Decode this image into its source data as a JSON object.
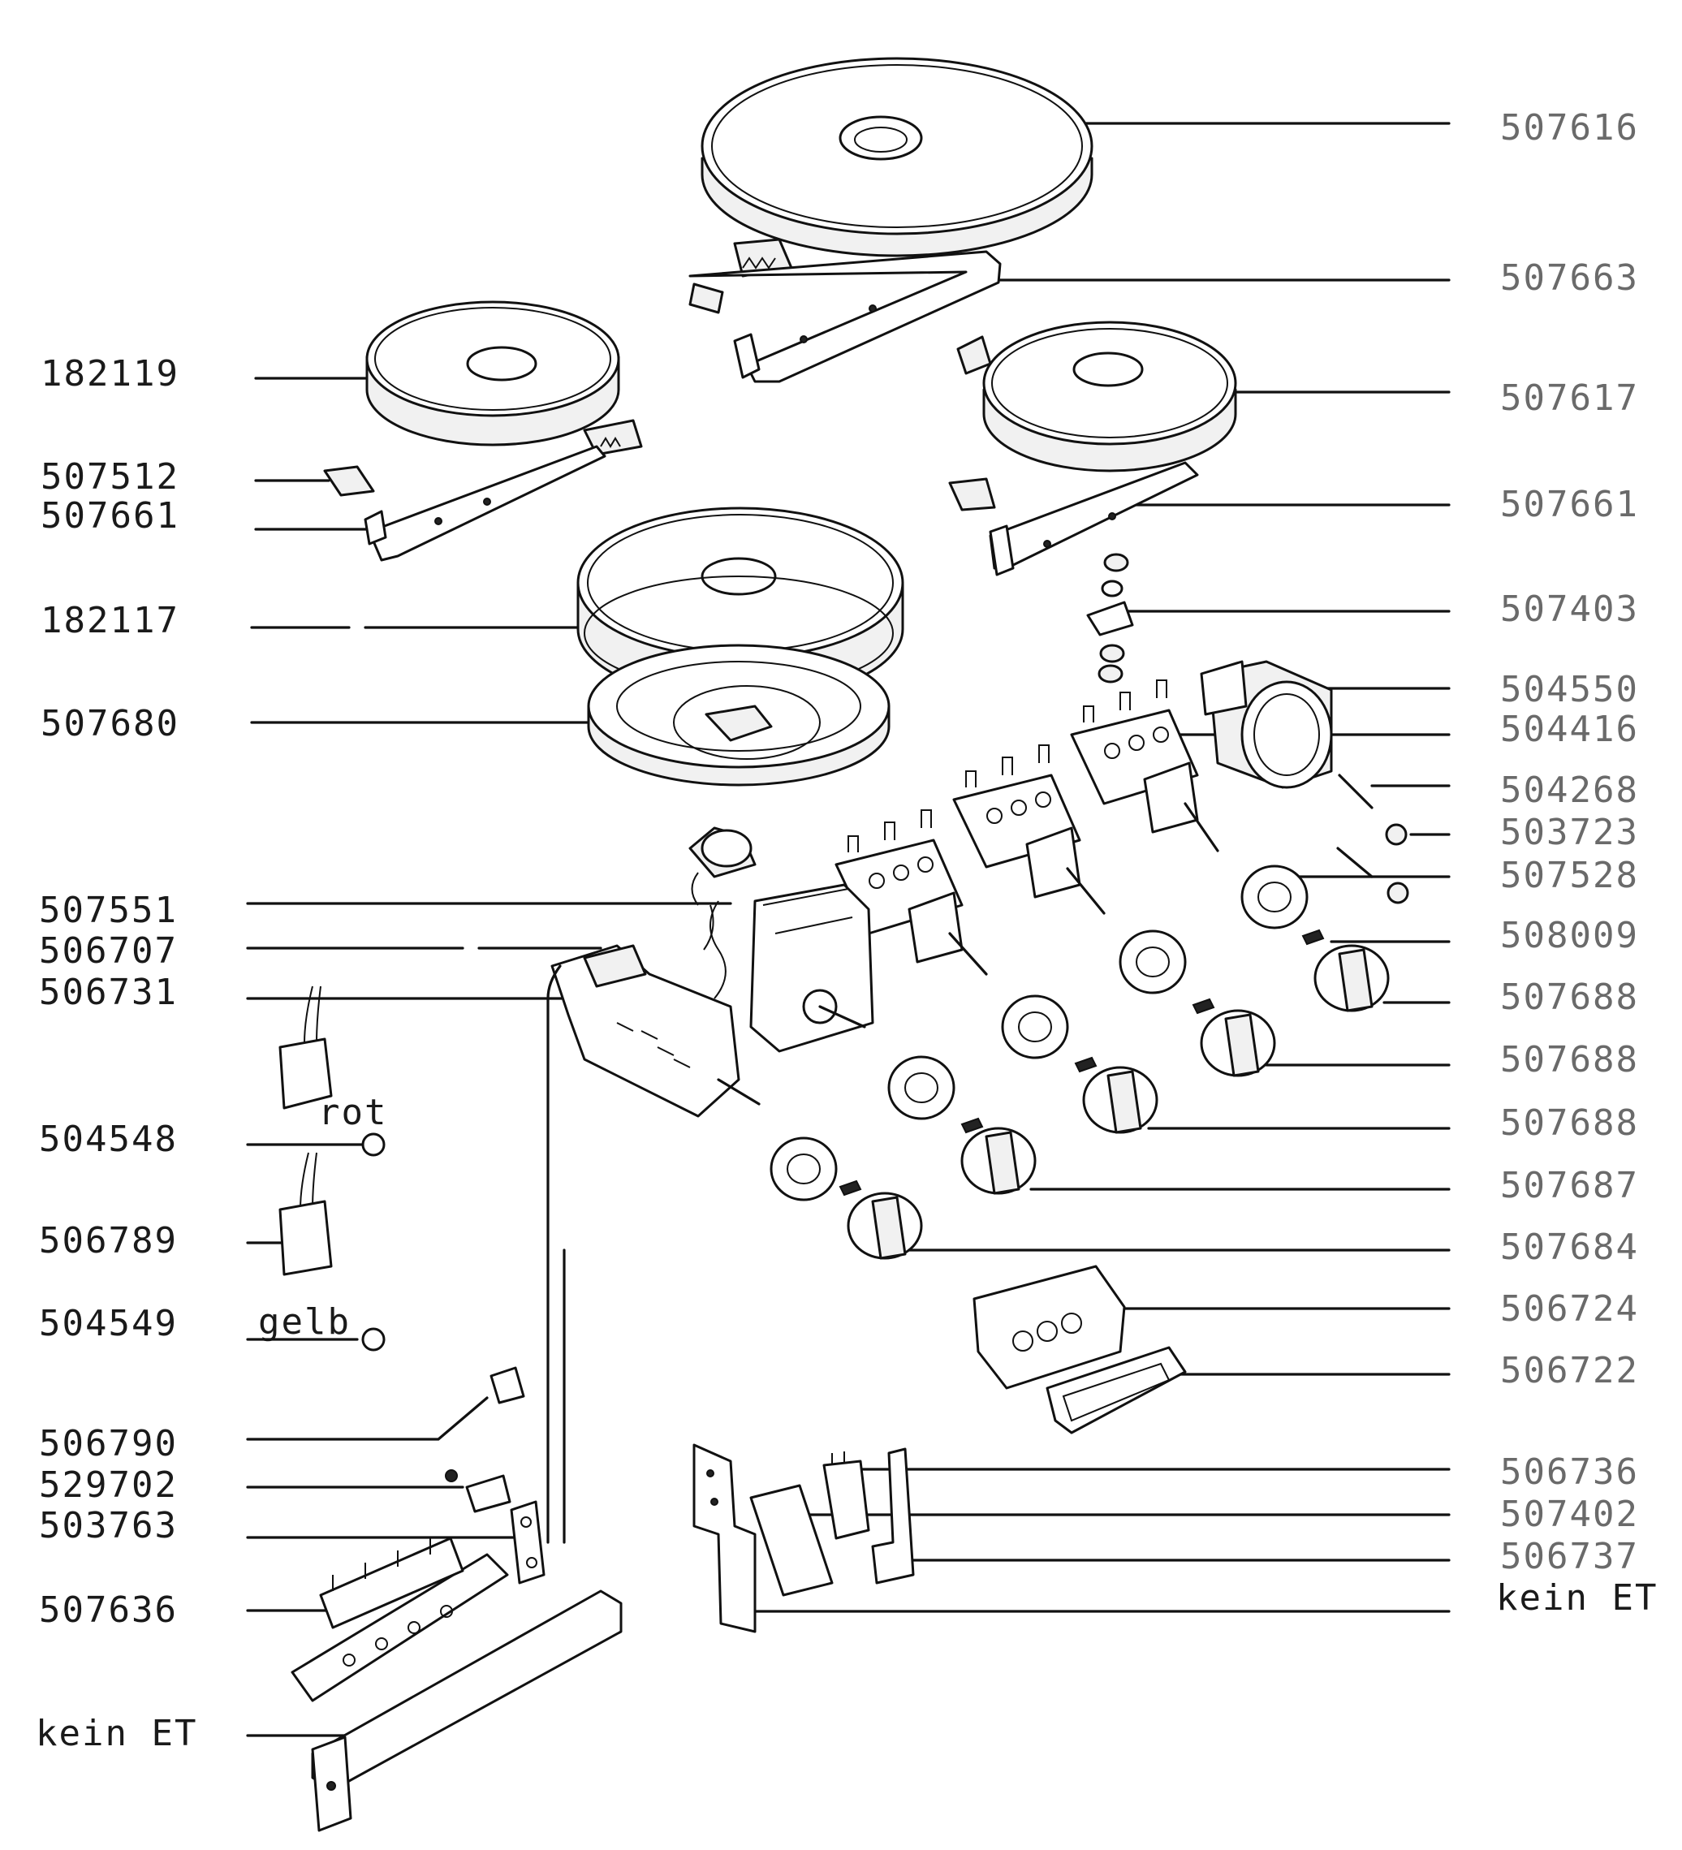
{
  "left_labels": [
    {
      "id": "182119",
      "text": "182119"
    },
    {
      "id": "507512",
      "text": "507512"
    },
    {
      "id": "507661a",
      "text": "507661"
    },
    {
      "id": "182117",
      "text": "182117"
    },
    {
      "id": "507680",
      "text": "507680"
    },
    {
      "id": "507551",
      "text": "507551"
    },
    {
      "id": "506707",
      "text": "506707"
    },
    {
      "id": "506731",
      "text": "506731"
    },
    {
      "id": "504548",
      "text": "504548"
    },
    {
      "id": "506789",
      "text": "506789"
    },
    {
      "id": "504549",
      "text": "504549"
    },
    {
      "id": "506790",
      "text": "506790"
    },
    {
      "id": "529702",
      "text": "529702"
    },
    {
      "id": "503763",
      "text": "503763"
    },
    {
      "id": "507636",
      "text": "507636"
    },
    {
      "id": "kein-et-left",
      "text": "kein ET"
    }
  ],
  "right_labels": [
    {
      "id": "507616",
      "text": "507616"
    },
    {
      "id": "507663",
      "text": "507663"
    },
    {
      "id": "507617",
      "text": "507617"
    },
    {
      "id": "507661b",
      "text": "507661"
    },
    {
      "id": "507403",
      "text": "507403"
    },
    {
      "id": "504550",
      "text": "504550"
    },
    {
      "id": "504416",
      "text": "504416"
    },
    {
      "id": "504268",
      "text": "504268"
    },
    {
      "id": "503723",
      "text": "503723"
    },
    {
      "id": "507528",
      "text": "507528"
    },
    {
      "id": "508009",
      "text": "508009"
    },
    {
      "id": "507688a",
      "text": "507688"
    },
    {
      "id": "507688b",
      "text": "507688"
    },
    {
      "id": "507688c",
      "text": "507688"
    },
    {
      "id": "507687",
      "text": "507687"
    },
    {
      "id": "507684",
      "text": "507684"
    },
    {
      "id": "506724",
      "text": "506724"
    },
    {
      "id": "506722",
      "text": "506722"
    },
    {
      "id": "506736",
      "text": "506736"
    },
    {
      "id": "507402",
      "text": "507402"
    },
    {
      "id": "506737",
      "text": "506737"
    },
    {
      "id": "kein-et-right",
      "text": "kein ET"
    }
  ],
  "wire_labels": {
    "rot": "rot",
    "gelb": "gelb"
  }
}
